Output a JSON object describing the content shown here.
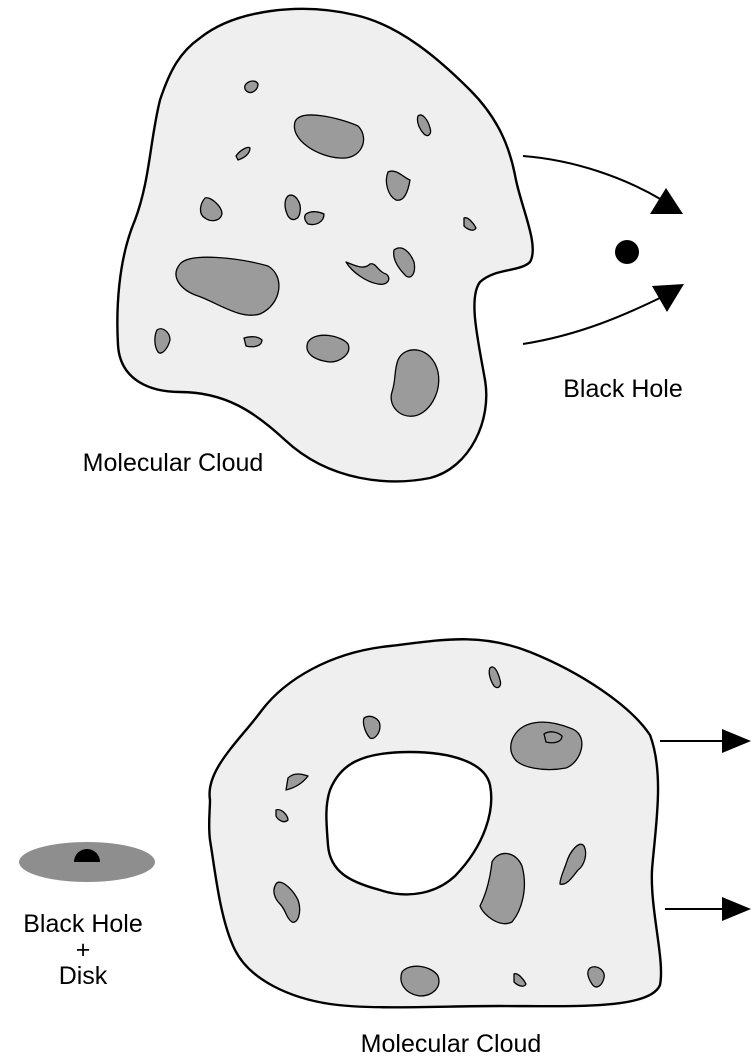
{
  "top_panel": {
    "cloud_label": "Molecular Cloud",
    "object_label": "Black Hole"
  },
  "bottom_panel": {
    "cloud_label": "Molecular Cloud",
    "object_label_line1": "Black Hole",
    "object_label_line2": "+",
    "object_label_line3": "Disk"
  },
  "colors": {
    "cloud_fill": "#efefef",
    "clump_fill": "#9b9b9b",
    "disk_fill": "#8e8e8e",
    "outline": "#000000"
  }
}
